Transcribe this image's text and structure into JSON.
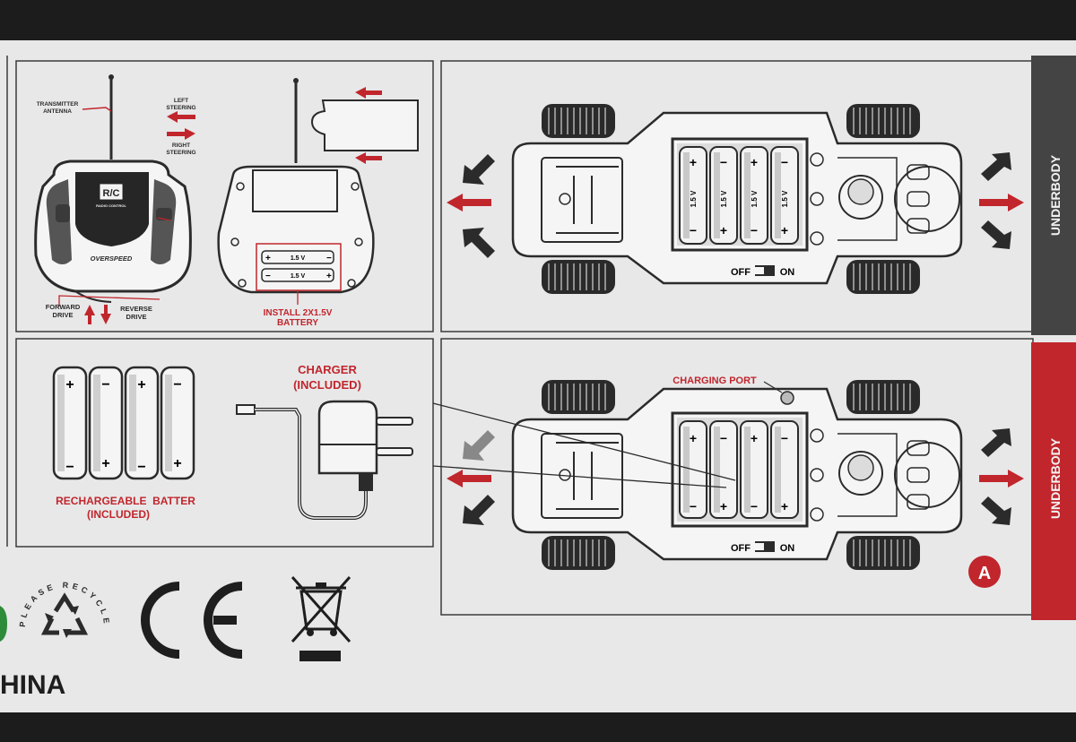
{
  "remote": {
    "antenna_label_1": "TRANSMITTER",
    "antenna_label_2": "ANTENNA",
    "left_label_1": "LEFT",
    "left_label_2": "STEERING",
    "right_label_1": "RIGHT",
    "right_label_2": "STEERING",
    "forward_label_1": "FORWARD",
    "forward_label_2": "DRIVE",
    "reverse_label_1": "REVERSE",
    "reverse_label_2": "DRIVE",
    "brand_top": "R/C",
    "brand_sub": "RADIO CONTROL",
    "model": "OVERSPEED"
  },
  "remote_battery": {
    "cell_voltage": "1.5 V",
    "install_line_1": "INSTALL 2X1.5V",
    "install_line_2": "BATTERY"
  },
  "battery_pack": {
    "caption_line_1": "RECHARGEABLE  BATTER",
    "caption_line_2": "(INCLUDED)"
  },
  "charger": {
    "caption_line_1": "CHARGER",
    "caption_line_2": "(INCLUDED)"
  },
  "car_top": {
    "cell_voltage": "1.5 V",
    "switch_off": "OFF",
    "switch_on": "ON",
    "side_tab": "UNDERBODY"
  },
  "car_bottom": {
    "charging_port": "CHARGING PORT",
    "switch_off": "OFF",
    "switch_on": "ON",
    "side_tab": "UNDERBODY",
    "badge": "A"
  },
  "footer": {
    "recycle_text": "PLEASE RECYCLE",
    "ce_mark": "CE",
    "origin_text": "HINA"
  },
  "colors": {
    "accent_red": "#c0262c",
    "box_white": "#e9e9ea",
    "ink": "#2b2b2b",
    "tab_dark": "#444444"
  }
}
